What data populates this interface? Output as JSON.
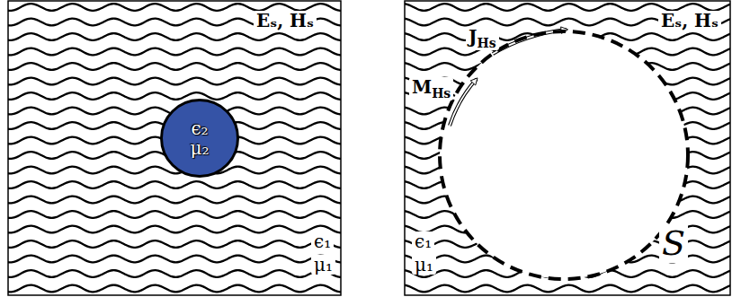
{
  "diagram": {
    "nodes": [
      {
        "text": [
          "ϵ₂",
          "μ₂"
        ]
      },
      {
        "text": [
          "S"
        ]
      }
    ],
    "labels": [
      "Eₛ, Hₛ",
      "ϵ₁",
      "μ₁",
      "JHs",
      "MHs",
      "Eₛ, Hₛ",
      "ϵ₁",
      "μ₁"
    ]
  }
}
